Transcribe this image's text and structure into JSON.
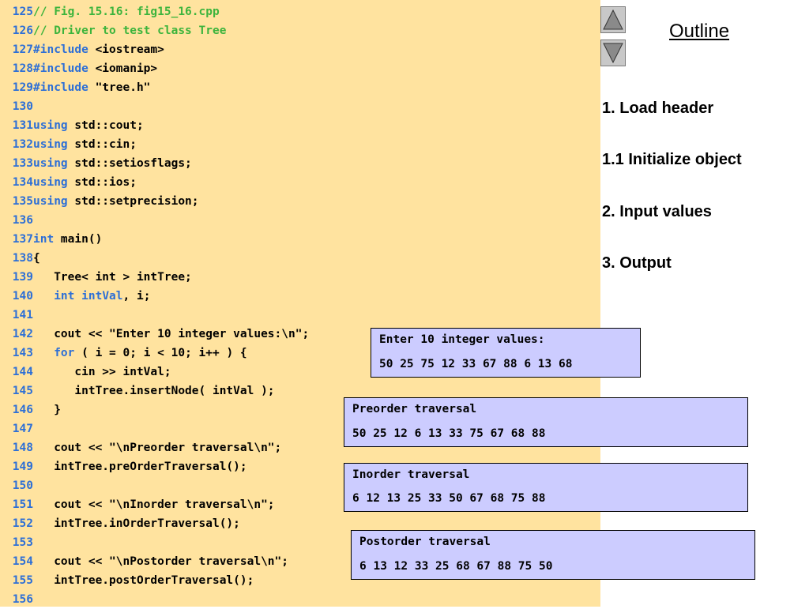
{
  "code_lines": [
    {
      "n": "125",
      "parts": [
        {
          "t": "// Fig. 15.16: fig15_16.cpp",
          "c": "comment"
        }
      ]
    },
    {
      "n": "126",
      "parts": [
        {
          "t": "// Driver to test class Tree",
          "c": "comment"
        }
      ]
    },
    {
      "n": "127",
      "parts": [
        {
          "t": "#include",
          "c": "kw"
        },
        {
          "t": " <iostream>",
          "c": "plain"
        }
      ]
    },
    {
      "n": "128",
      "parts": [
        {
          "t": "#include",
          "c": "kw"
        },
        {
          "t": " <iomanip>",
          "c": "plain"
        }
      ]
    },
    {
      "n": "129",
      "parts": [
        {
          "t": "#include",
          "c": "kw"
        },
        {
          "t": " \"tree.h\"",
          "c": "plain"
        }
      ]
    },
    {
      "n": "130",
      "parts": []
    },
    {
      "n": "131",
      "parts": [
        {
          "t": "using",
          "c": "kw"
        },
        {
          "t": " std::cout;",
          "c": "plain"
        }
      ]
    },
    {
      "n": "132",
      "parts": [
        {
          "t": "using",
          "c": "kw"
        },
        {
          "t": " std::cin;",
          "c": "plain"
        }
      ]
    },
    {
      "n": "133",
      "parts": [
        {
          "t": "using",
          "c": "kw"
        },
        {
          "t": " std::setiosflags;",
          "c": "plain"
        }
      ]
    },
    {
      "n": "134",
      "parts": [
        {
          "t": "using",
          "c": "kw"
        },
        {
          "t": " std::ios;",
          "c": "plain"
        }
      ]
    },
    {
      "n": "135",
      "parts": [
        {
          "t": "using",
          "c": "kw"
        },
        {
          "t": " std::setprecision;",
          "c": "plain"
        }
      ]
    },
    {
      "n": "136",
      "parts": []
    },
    {
      "n": "137",
      "parts": [
        {
          "t": "int",
          "c": "kw"
        },
        {
          "t": " main()",
          "c": "plain"
        }
      ]
    },
    {
      "n": "138",
      "parts": [
        {
          "t": "{",
          "c": "plain"
        }
      ]
    },
    {
      "n": "139",
      "parts": [
        {
          "t": "   Tree< int > intTree;",
          "c": "plain"
        }
      ]
    },
    {
      "n": "140",
      "parts": [
        {
          "t": "   ",
          "c": "plain"
        },
        {
          "t": "int",
          "c": "kw"
        },
        {
          "t": " ",
          "c": "plain"
        },
        {
          "t": "intVal",
          "c": "kw"
        },
        {
          "t": ", i;",
          "c": "plain"
        }
      ]
    },
    {
      "n": "141",
      "parts": []
    },
    {
      "n": "142",
      "parts": [
        {
          "t": "   cout << \"Enter 10 integer values:\\n\";",
          "c": "plain"
        }
      ]
    },
    {
      "n": "143",
      "parts": [
        {
          "t": "   ",
          "c": "plain"
        },
        {
          "t": "for",
          "c": "kw"
        },
        {
          "t": " ( i = 0; i < 10; i++ ) {",
          "c": "plain"
        }
      ]
    },
    {
      "n": "144",
      "parts": [
        {
          "t": "      cin >> intVal;",
          "c": "plain"
        }
      ]
    },
    {
      "n": "145",
      "parts": [
        {
          "t": "      intTree.insertNode( intVal );",
          "c": "plain"
        }
      ]
    },
    {
      "n": "146",
      "parts": [
        {
          "t": "   }",
          "c": "plain"
        }
      ]
    },
    {
      "n": "147",
      "parts": []
    },
    {
      "n": "148",
      "parts": [
        {
          "t": "   cout << \"\\nPreorder traversal\\n\";",
          "c": "plain"
        }
      ]
    },
    {
      "n": "149",
      "parts": [
        {
          "t": "   intTree.preOrderTraversal();",
          "c": "plain"
        }
      ]
    },
    {
      "n": "150",
      "parts": []
    },
    {
      "n": "151",
      "parts": [
        {
          "t": "   cout << \"\\nInorder traversal\\n\";",
          "c": "plain"
        }
      ]
    },
    {
      "n": "152",
      "parts": [
        {
          "t": "   intTree.inOrderTraversal();",
          "c": "plain"
        }
      ]
    },
    {
      "n": "153",
      "parts": []
    },
    {
      "n": "154",
      "parts": [
        {
          "t": "   cout << \"\\nPostorder traversal\\n\";",
          "c": "plain"
        }
      ]
    },
    {
      "n": "155",
      "parts": [
        {
          "t": "   intTree.postOrderTraversal();",
          "c": "plain"
        }
      ]
    },
    {
      "n": "156",
      "parts": []
    }
  ],
  "outline": {
    "title": "Outline",
    "items": [
      "1. Load header",
      "1.1 Initialize object",
      "2. Input values",
      "3. Output"
    ]
  },
  "nav": {
    "up_icon": "triangle-up-icon",
    "down_icon": "triangle-down-icon"
  },
  "output_boxes": [
    {
      "lines": [
        "Enter 10 integer values:",
        "50 25 75 12 33 67 88 6 13 68"
      ]
    },
    {
      "lines": [
        "Preorder traversal",
        "50 25 12 6 13 33 75 67 68 88"
      ]
    },
    {
      "lines": [
        "Inorder traversal",
        "6 12 13 25 33 50 67 68 75 88"
      ]
    },
    {
      "lines": [
        "Postorder traversal",
        "6 13 12 33 25 68 67 88 75 50"
      ]
    }
  ],
  "colors": {
    "code_background": "#ffe39f",
    "line_number": "#2d6fd6",
    "keyword": "#2d6fd6",
    "comment": "#3cb43c",
    "output_box": "#ccccff"
  }
}
